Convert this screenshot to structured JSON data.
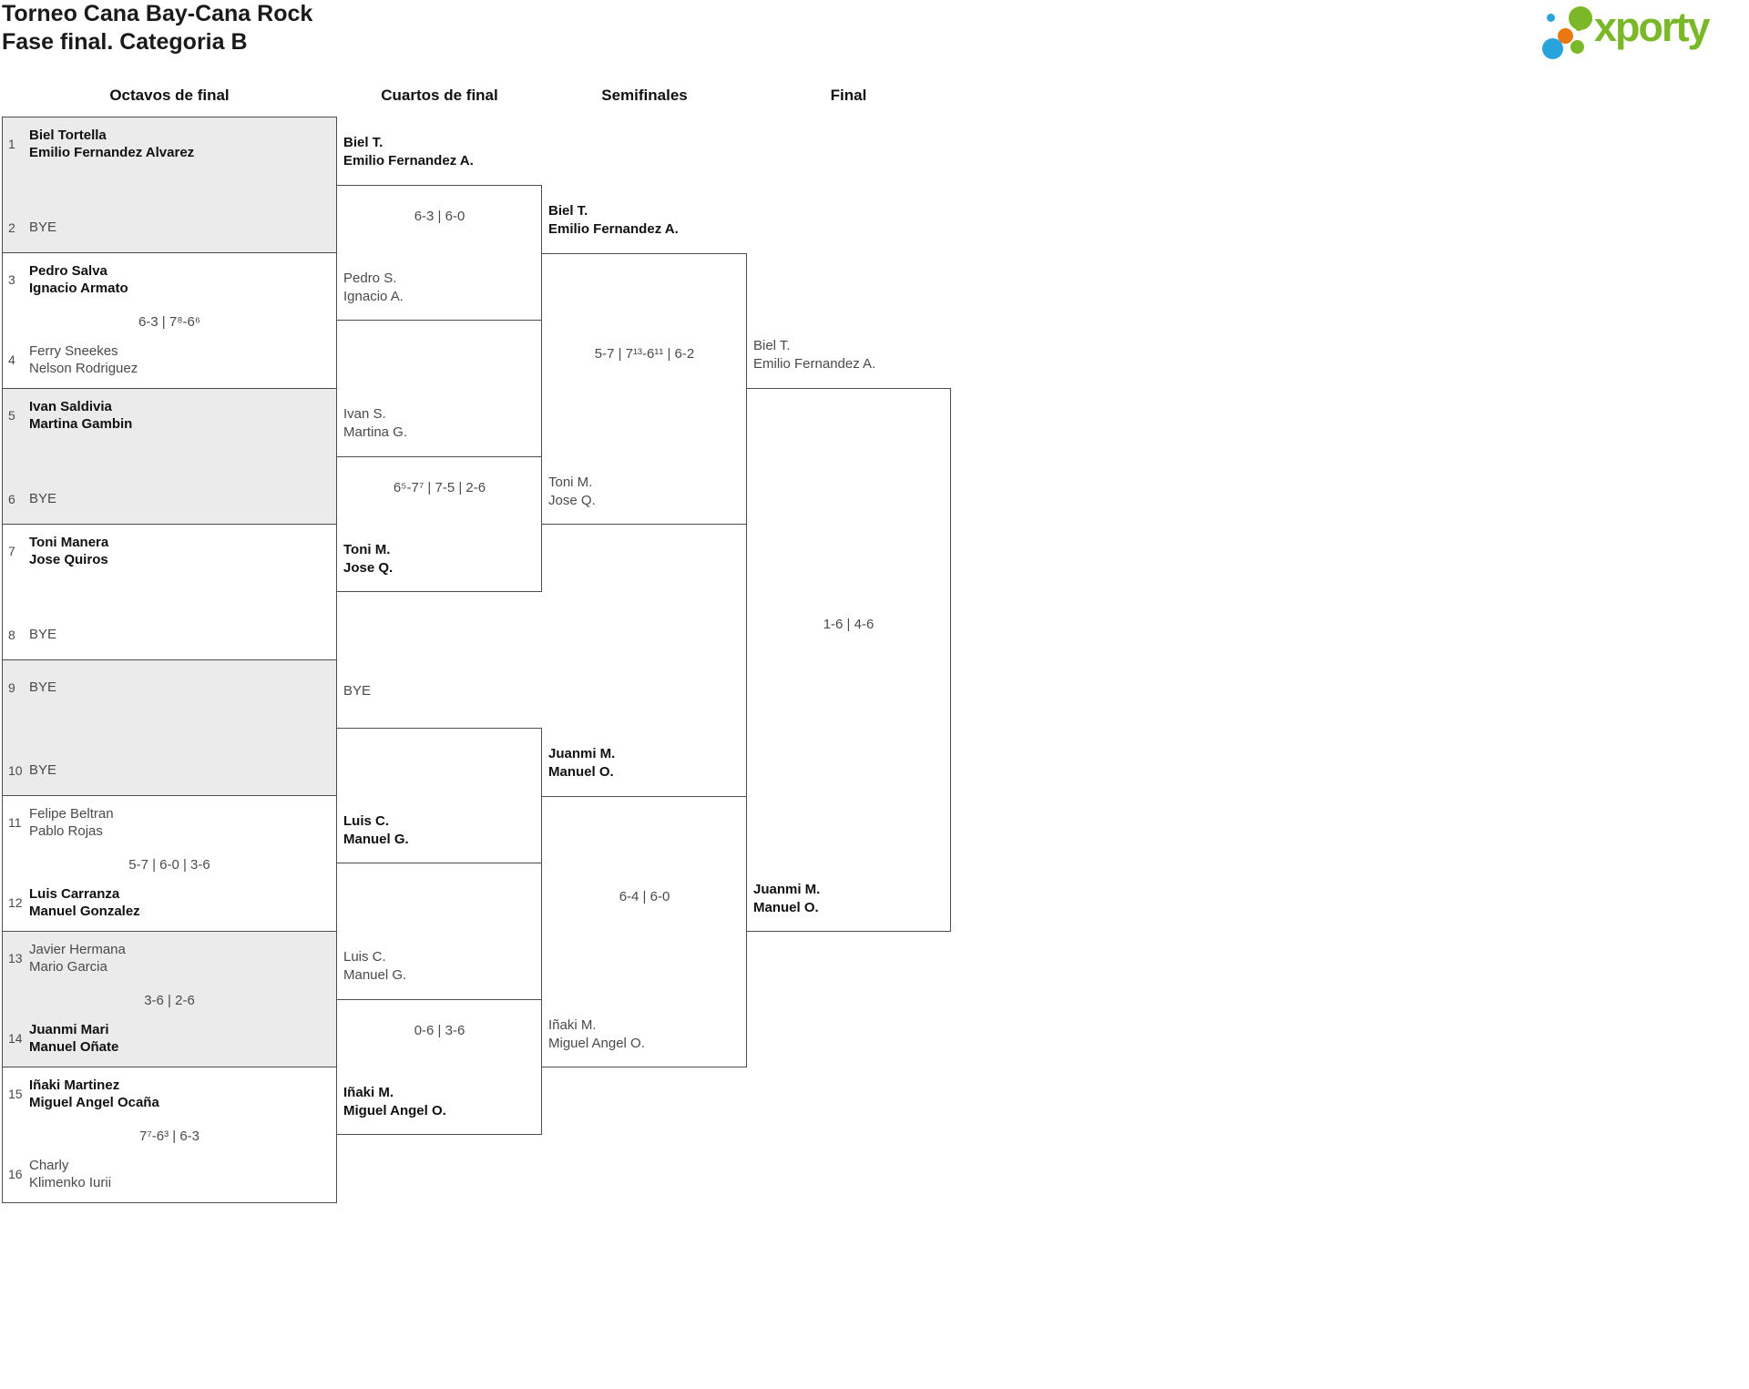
{
  "header": {
    "title_line1": "Torneo Cana Bay-Cana Rock",
    "title_line2": "Fase final. Categoria B",
    "brand": "xporty"
  },
  "column_headers": [
    "Octavos de final",
    "Cuartos de final",
    "Semifinales",
    "Final"
  ],
  "octavos_slots": [
    {
      "num": "1",
      "name1": "Biel Tortella",
      "name2": "Emilio Fernandez Alvarez",
      "strong": true,
      "bye": false
    },
    {
      "num": "2",
      "name1": "BYE",
      "name2": "",
      "strong": false,
      "bye": true
    },
    {
      "num": "3",
      "name1": "Pedro Salva",
      "name2": "Ignacio Armato",
      "strong": true,
      "bye": false
    },
    {
      "num": "4",
      "name1": "Ferry Sneekes",
      "name2": "Nelson Rodriguez",
      "strong": false,
      "bye": false
    },
    {
      "num": "5",
      "name1": "Ivan Saldivia",
      "name2": "Martina Gambin",
      "strong": true,
      "bye": false
    },
    {
      "num": "6",
      "name1": "BYE",
      "name2": "",
      "strong": false,
      "bye": true
    },
    {
      "num": "7",
      "name1": "Toni Manera",
      "name2": "Jose Quiros",
      "strong": true,
      "bye": false
    },
    {
      "num": "8",
      "name1": "BYE",
      "name2": "",
      "strong": false,
      "bye": true
    },
    {
      "num": "9",
      "name1": "BYE",
      "name2": "",
      "strong": false,
      "bye": true
    },
    {
      "num": "10",
      "name1": "BYE",
      "name2": "",
      "strong": false,
      "bye": true
    },
    {
      "num": "11",
      "name1": "Felipe Beltran",
      "name2": "Pablo Rojas",
      "strong": false,
      "bye": false
    },
    {
      "num": "12",
      "name1": "Luis Carranza",
      "name2": "Manuel Gonzalez",
      "strong": true,
      "bye": false
    },
    {
      "num": "13",
      "name1": "Javier Hermana",
      "name2": "Mario Garcia",
      "strong": false,
      "bye": false
    },
    {
      "num": "14",
      "name1": "Juanmi Mari",
      "name2": "Manuel Oñate",
      "strong": true,
      "bye": false
    },
    {
      "num": "15",
      "name1": "Iñaki Martinez",
      "name2": "Miguel Angel Ocaña",
      "strong": true,
      "bye": false
    },
    {
      "num": "16",
      "name1": "Charly",
      "name2": "Klimenko Iurii",
      "strong": false,
      "bye": false
    }
  ],
  "octavos_matches": [
    {
      "score": ""
    },
    {
      "score": "6-3 | 7⁸-6⁶"
    },
    {
      "score": ""
    },
    {
      "score": ""
    },
    {
      "score": ""
    },
    {
      "score": "5-7 | 6-0 | 3-6"
    },
    {
      "score": "3-6 | 2-6"
    },
    {
      "score": "7⁷-6³ | 6-3"
    }
  ],
  "cuartos": [
    {
      "top1": "Biel T.",
      "top2": "Emilio Fernandez A.",
      "top_strong": true,
      "bottom1": "Pedro S.",
      "bottom2": "Ignacio A.",
      "bottom_strong": false,
      "score": "6-3 | 6-0"
    },
    {
      "top1": "Ivan S.",
      "top2": "Martina G.",
      "top_strong": false,
      "bottom1": "Toni M.",
      "bottom2": "Jose Q.",
      "bottom_strong": true,
      "score": "6⁵-7⁷ | 7-5 | 2-6"
    },
    {
      "top1": "BYE",
      "top2": "",
      "top_strong": false,
      "bottom1": "Luis C.",
      "bottom2": "Manuel G.",
      "bottom_strong": true,
      "score": ""
    },
    {
      "top1": "Luis C.",
      "top2": "Manuel G.",
      "top_strong": false,
      "bottom1": "Iñaki M.",
      "bottom2": "Miguel Angel O.",
      "bottom_strong": true,
      "score": "0-6 | 3-6"
    }
  ],
  "semis": [
    {
      "top1": "Biel T.",
      "top2": "Emilio Fernandez A.",
      "top_strong": true,
      "bottom1": "Toni M.",
      "bottom2": "Jose Q.",
      "bottom_strong": false,
      "score": "5-7 | 7¹³-6¹¹ | 6-2"
    },
    {
      "top1": "Juanmi M.",
      "top2": "Manuel O.",
      "top_strong": true,
      "bottom1": "Iñaki M.",
      "bottom2": "Miguel Angel O.",
      "bottom_strong": false,
      "score": "6-4 | 6-0"
    }
  ],
  "final_match": {
    "top1": "Biel T.",
    "top2": "Emilio Fernandez A.",
    "top_strong": false,
    "bottom1": "Juanmi M.",
    "bottom2": "Manuel O.",
    "bottom_strong": true,
    "score": "1-6 | 4-6"
  },
  "colors": {
    "accent_green": "#7ab829",
    "accent_blue": "#29a3dc",
    "accent_orange": "#e97810",
    "line": "#4d4d4d",
    "box_fill": "#ebebeb",
    "text_muted": "#4a4a4a"
  }
}
